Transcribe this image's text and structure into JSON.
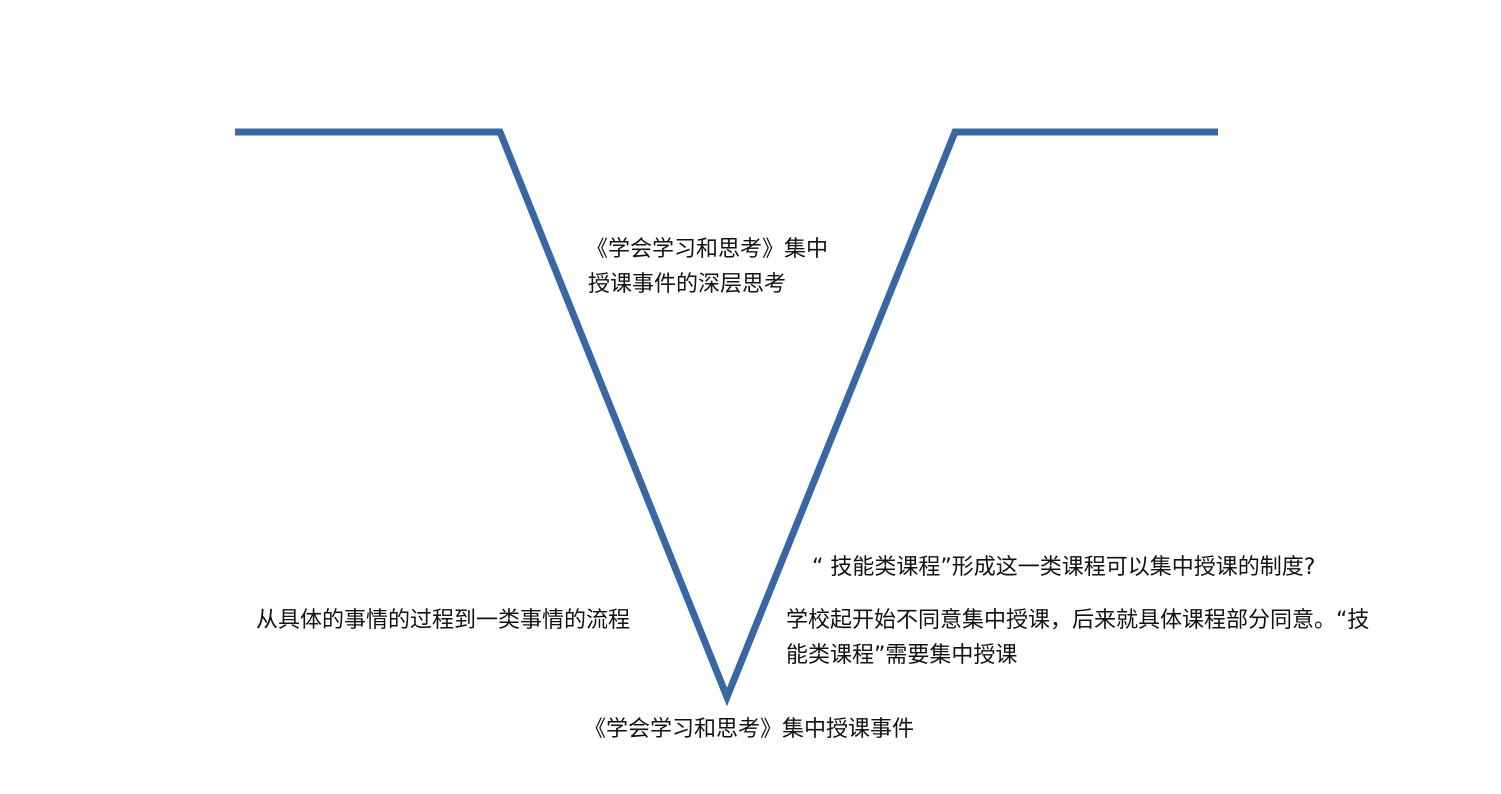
{
  "diagram": {
    "line_color": "#3868A4",
    "labels": {
      "center_top_line1": "《学会学习和思考》集中",
      "center_top_line2": "授课事件的深层思考",
      "right_question": "“ 技能类课程”形成这一类课程可以集中授课的制度?",
      "left_middle": "从具体的事情的过程到一类事情的流程",
      "right_middle_line1": "学校起开始不同意集中授课，后来就具体课程部分同意。“技",
      "right_middle_line2": "能类课程”需要集中授课",
      "bottom": "《学会学习和思考》集中授课事件"
    }
  }
}
